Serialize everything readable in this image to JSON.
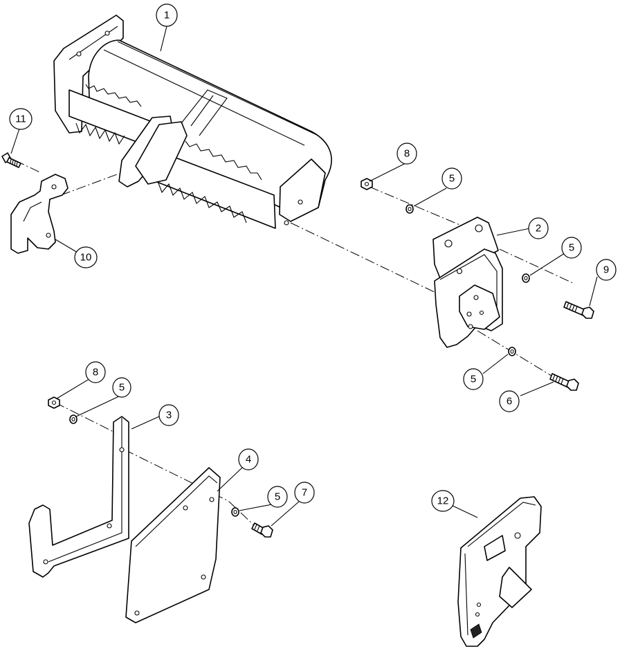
{
  "callouts": [
    {
      "id": "c1",
      "label": "1"
    },
    {
      "id": "c2",
      "label": "2"
    },
    {
      "id": "c3",
      "label": "3"
    },
    {
      "id": "c4",
      "label": "4"
    },
    {
      "id": "c5a",
      "label": "5"
    },
    {
      "id": "c5b",
      "label": "5"
    },
    {
      "id": "c5c",
      "label": "5"
    },
    {
      "id": "c5d",
      "label": "5"
    },
    {
      "id": "c5e",
      "label": "5"
    },
    {
      "id": "c6",
      "label": "6"
    },
    {
      "id": "c7",
      "label": "7"
    },
    {
      "id": "c8a",
      "label": "8"
    },
    {
      "id": "c8b",
      "label": "8"
    },
    {
      "id": "c9",
      "label": "9"
    },
    {
      "id": "c10",
      "label": "10"
    },
    {
      "id": "c11",
      "label": "11"
    },
    {
      "id": "c12",
      "label": "12"
    }
  ]
}
